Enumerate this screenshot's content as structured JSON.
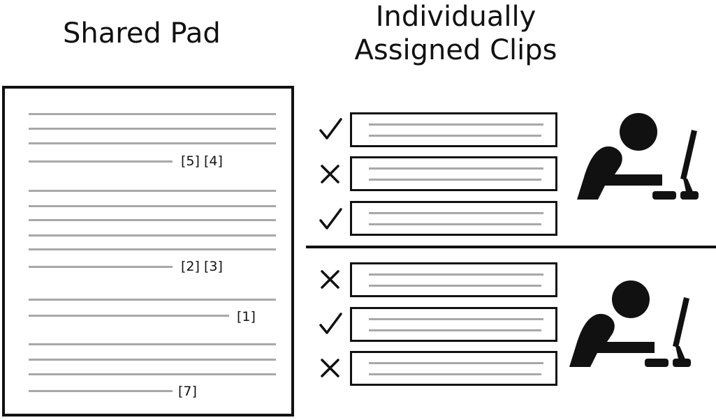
{
  "titles": {
    "shared_pad": "Shared Pad",
    "clips_line1": "Individually",
    "clips_line2": "Assigned Clips"
  },
  "shared_pad": {
    "refs": [
      "[5] [4]",
      "[2] [3]",
      "[1]",
      "[7]"
    ]
  },
  "groups": [
    {
      "marks": [
        "check",
        "cross",
        "check"
      ],
      "icon": "person-at-computer-icon"
    },
    {
      "marks": [
        "cross",
        "check",
        "cross"
      ],
      "icon": "person-at-computer-icon"
    }
  ],
  "colors": {
    "ink": "#111111",
    "text_line": "#a8a8a8"
  }
}
